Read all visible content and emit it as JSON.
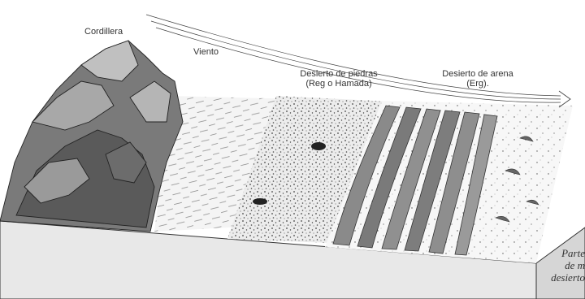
{
  "labels": {
    "cordillera": "Cordillera",
    "viento": "Viento",
    "desierto_piedras": [
      "Desierto de piedras",
      "(Reg o Hamada)"
    ],
    "desierto_arena": [
      "Desierto de arena",
      "(Erg)."
    ]
  },
  "caption": [
    "Parte",
    "de m",
    "desierto"
  ],
  "colors": {
    "ink": "#333333",
    "mountain_dark": "#5a5a5a",
    "mountain_mid": "#8a8a8a",
    "mountain_light": "#c8c8c8",
    "block_side": "#e6e6e6",
    "sand_ridge": "#7a7a7a"
  }
}
